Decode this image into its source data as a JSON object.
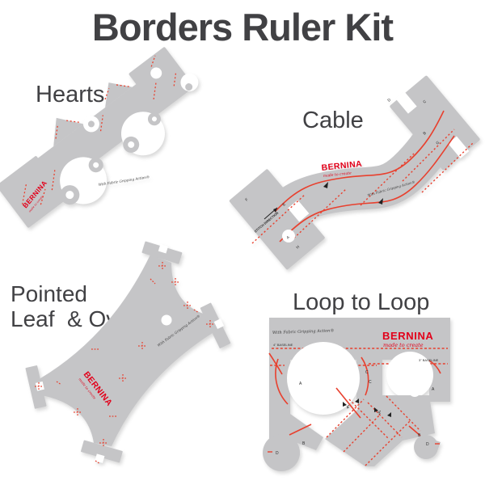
{
  "title": "Borders Ruler Kit",
  "brand": {
    "name": "BERNINA",
    "tagline": "made to create",
    "gripping_text": "With Fabric Gripping Action®"
  },
  "colors": {
    "ruler_gray": "#c5c5c7",
    "marking_red": "#e8402e",
    "brand_red": "#e2001a",
    "heading_gray": "#414144"
  },
  "rulers": {
    "hearts": {
      "label": "Hearts"
    },
    "cable": {
      "label": "Cable",
      "stitch_direction": "STITCH DIRECTION",
      "letters": {
        "a": "A",
        "b": "B",
        "c": "C",
        "d": "D",
        "e": "E",
        "f": "F",
        "g": "G",
        "h": "H"
      }
    },
    "pointed_leaf_ovals": {
      "label_line1": "Pointed",
      "label_line2": "Leaf  & Ovals"
    },
    "loop_to_loop": {
      "label": "Loop to Loop",
      "baseline_4": "4\" BASELINE",
      "baseline_3": "3\" BASELINE",
      "size_4": "4\"",
      "size_3": "3\"",
      "letters": {
        "a": "A",
        "b": "B",
        "c": "C",
        "d": "D"
      }
    }
  }
}
